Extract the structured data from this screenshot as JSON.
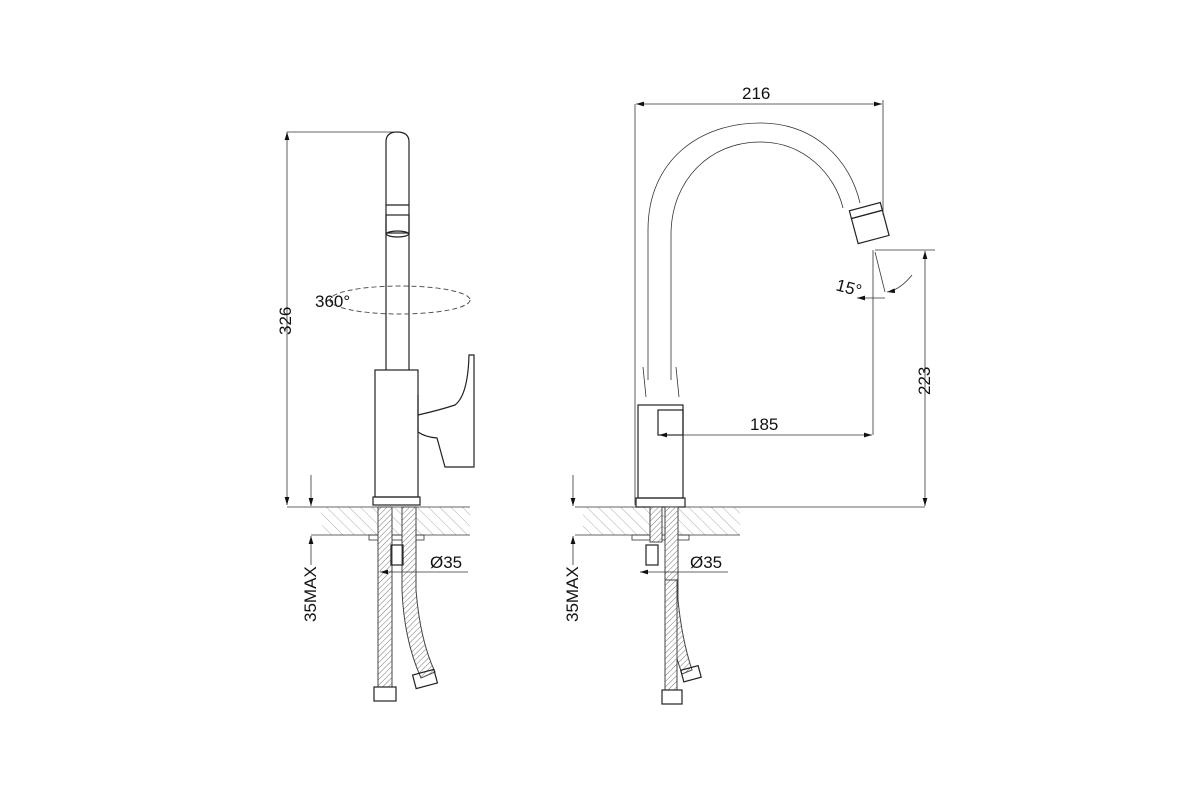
{
  "drawing": {
    "side_view": {
      "height_dim": "326",
      "rotation": "360°",
      "mount_max": "35MAX",
      "hole_diameter": "Ø35"
    },
    "front_view": {
      "width_dim": "216",
      "reach_dim": "185",
      "spout_height_dim": "223",
      "spout_angle": "15°",
      "mount_max": "35MAX",
      "hole_diameter": "Ø35"
    }
  }
}
